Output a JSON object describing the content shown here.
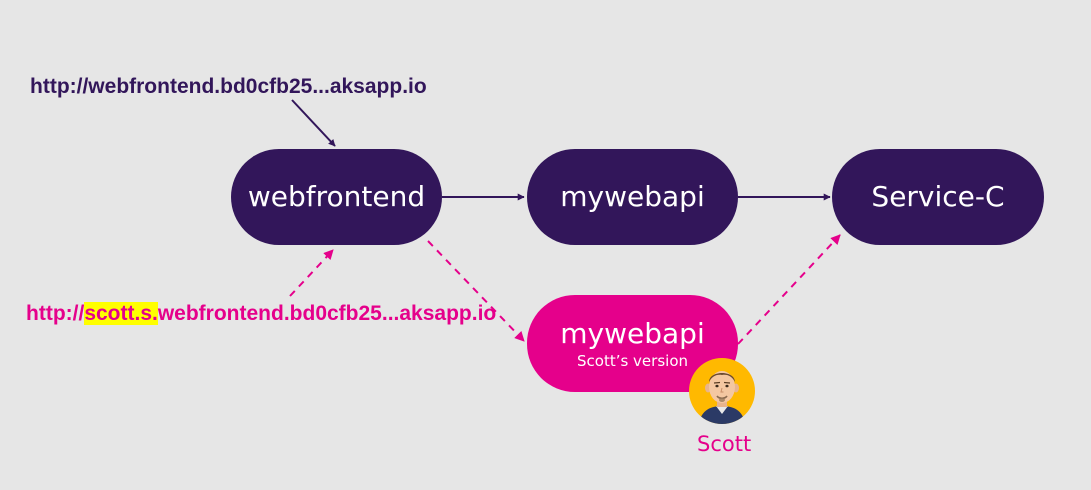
{
  "colors": {
    "background": "#e6e6e6",
    "primary": "#32165a",
    "accent": "#e5008b",
    "highlight": "#ffff00",
    "avatar_bg": "#ffb900"
  },
  "urls": {
    "main": "http://webfrontend.bd0cfb25...aksapp.io",
    "dev_prefix": "http://",
    "dev_highlight": "scott.s.",
    "dev_rest": "webfrontend.bd0cfb25...aksapp.io"
  },
  "nodes": {
    "webfrontend": {
      "label": "webfrontend"
    },
    "mywebapi": {
      "label": "mywebapi"
    },
    "service_c": {
      "label": "Service-C"
    },
    "mywebapi_dev": {
      "label": "mywebapi",
      "sublabel": "Scott’s version"
    }
  },
  "user": {
    "name": "Scott",
    "icon": "user-avatar-icon"
  }
}
